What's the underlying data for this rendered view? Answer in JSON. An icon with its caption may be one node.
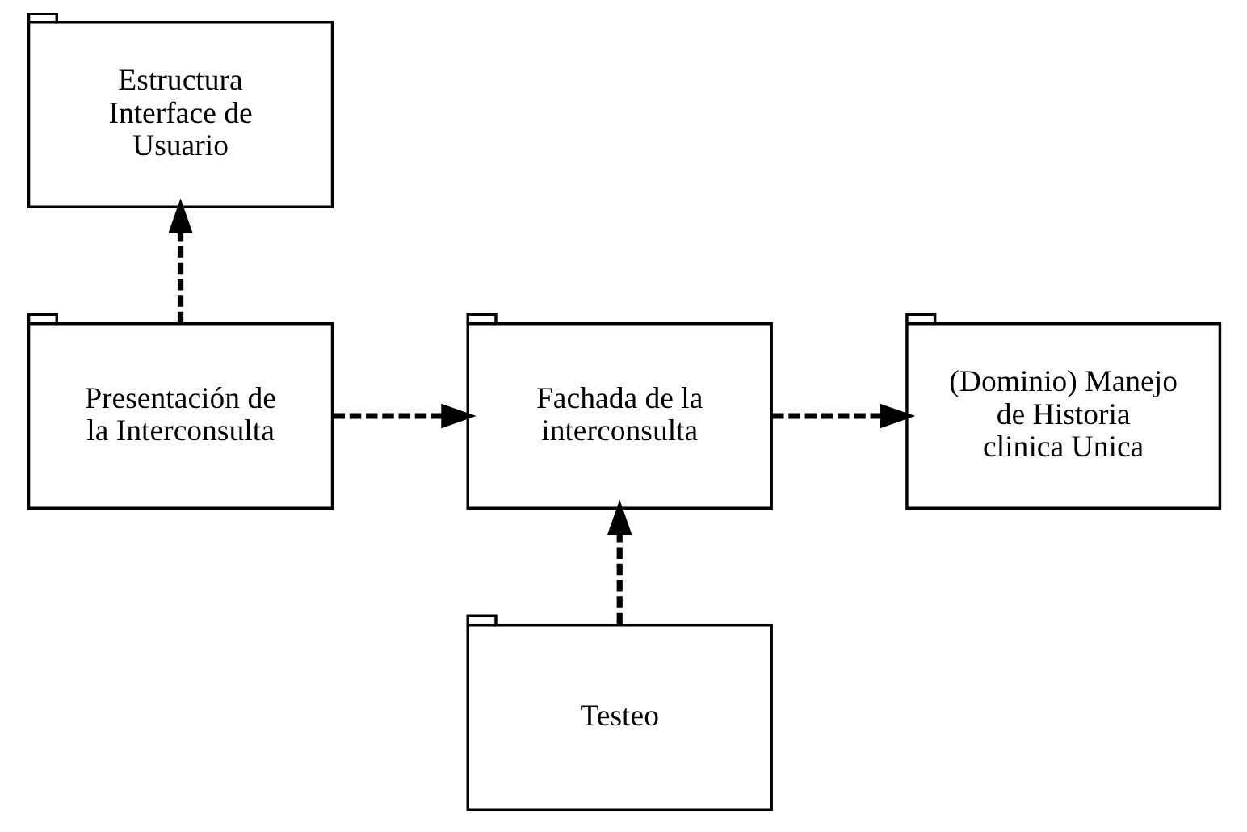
{
  "diagram": {
    "nodes": [
      {
        "text": [
          "Estructura Interface de Usuario"
        ]
      },
      {
        "text": [
          "Presentación de la Interconsulta"
        ]
      },
      {
        "text": [
          "Fachada de la interconsulta"
        ]
      },
      {
        "text": [
          "(Dominio) Manejo de Historia clinica Unica"
        ]
      },
      {
        "text": [
          "Testeo"
        ]
      }
    ],
    "edges": [
      {
        "from": 1,
        "to": 0,
        "arrow": "to",
        "style": "dashed"
      },
      {
        "from": 1,
        "to": 2,
        "arrow": "to",
        "style": "dashed"
      },
      {
        "from": 2,
        "to": 3,
        "arrow": "to",
        "style": "dashed"
      },
      {
        "from": 4,
        "to": 2,
        "arrow": "to",
        "style": "dashed"
      }
    ]
  }
}
